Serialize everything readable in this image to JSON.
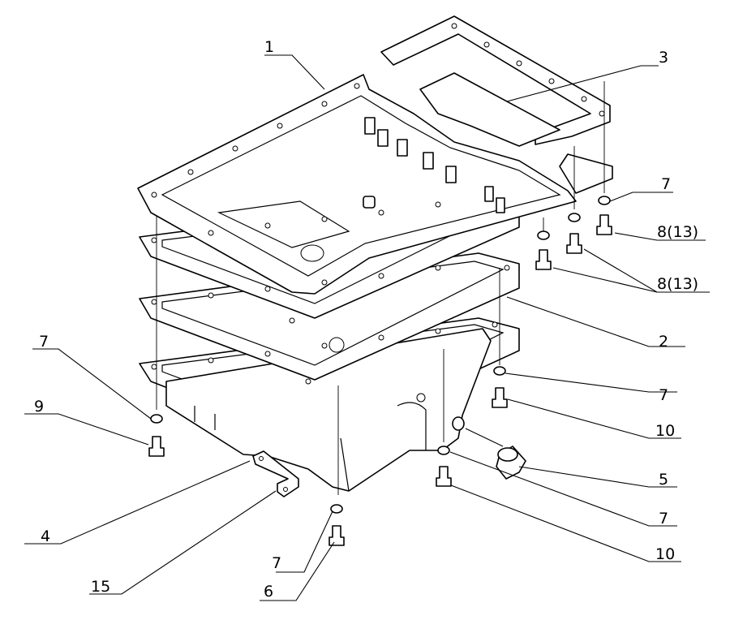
{
  "callouts": [
    {
      "id": "c1",
      "text": "1"
    },
    {
      "id": "c2",
      "text": "2"
    },
    {
      "id": "c3",
      "text": "3"
    },
    {
      "id": "c4",
      "text": "4"
    },
    {
      "id": "c5",
      "text": "5"
    },
    {
      "id": "c6",
      "text": "6"
    },
    {
      "id": "c7a",
      "text": "7"
    },
    {
      "id": "c7b",
      "text": "7"
    },
    {
      "id": "c7c",
      "text": "7"
    },
    {
      "id": "c7d",
      "text": "7"
    },
    {
      "id": "c7e",
      "text": "7"
    },
    {
      "id": "c8a",
      "text": "8(13)"
    },
    {
      "id": "c8b",
      "text": "8(13)"
    },
    {
      "id": "c9",
      "text": "9"
    },
    {
      "id": "c10a",
      "text": "10"
    },
    {
      "id": "c10b",
      "text": "10"
    },
    {
      "id": "c15",
      "text": "15"
    }
  ]
}
